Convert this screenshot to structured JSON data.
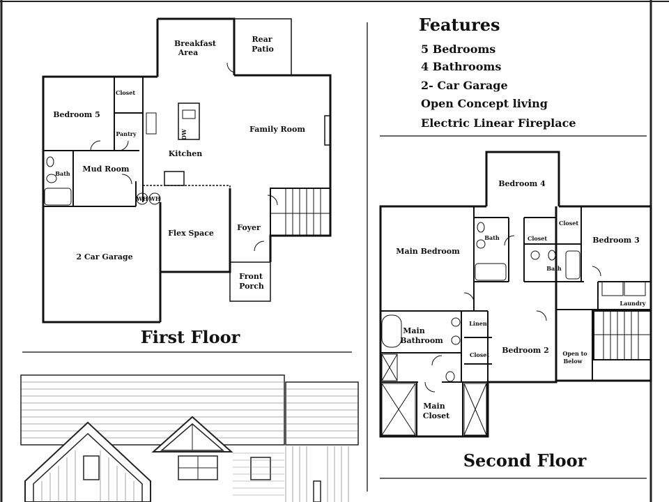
{
  "features": {
    "heading": "Features",
    "items": [
      "5 Bedrooms",
      "4 Bathrooms",
      "2- Car Garage",
      "Open Concept living",
      "Electric Linear Fireplace"
    ]
  },
  "first_floor": {
    "title": "First Floor",
    "rooms": {
      "breakfast": [
        "Breakfast",
        "Area"
      ],
      "patio": [
        "Rear",
        "Patio"
      ],
      "closet": "Closet",
      "bedroom5": "Bedroom 5",
      "pantry": "Pantry",
      "kitchen": "Kitchen",
      "family": "Family Room",
      "bath": "Bath",
      "mud": "Mud Room",
      "wh1": "WH",
      "wh2": "WH",
      "garage": "2 Car Garage",
      "flex": "Flex Space",
      "foyer": "Foyer",
      "porch": [
        "Front",
        "Porch"
      ],
      "dw": "DW"
    }
  },
  "second_floor": {
    "title": "Second Floor",
    "rooms": {
      "bedroom4": "Bedroom 4",
      "main_bedroom": "Main Bedroom",
      "bath_a": "Bath",
      "closet_a": "Closet",
      "closet_b": "Closet",
      "bedroom3": "Bedroom 3",
      "bath_b": "Bath",
      "laundry": "Laundry",
      "main_bath": [
        "Main",
        "Bathroom"
      ],
      "linen": "Linen",
      "closet_c": "Closet",
      "bedroom2": "Bedroom 2",
      "open_below": [
        "Open to",
        "Below"
      ],
      "main_closet": [
        "Main",
        "Closet"
      ]
    }
  }
}
